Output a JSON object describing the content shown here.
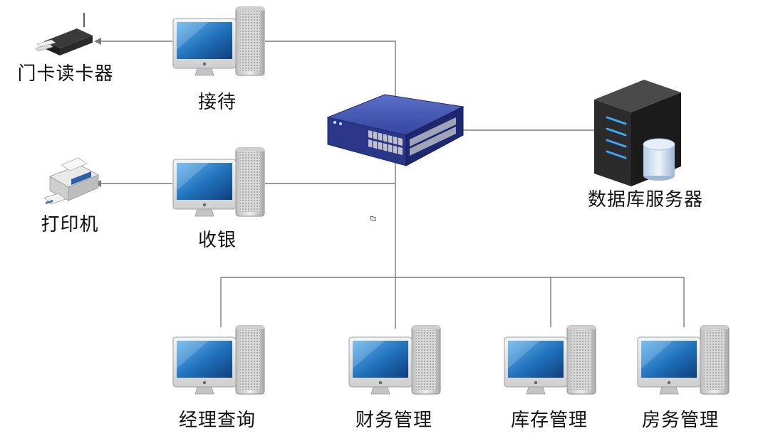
{
  "labels": {
    "card_reader": "门卡读卡器",
    "reception": "接待",
    "printer": "打印机",
    "cashier": "收银",
    "db_server": "数据库服务器",
    "manager_query": "经理查询",
    "finance": "财务管理",
    "inventory": "库存管理",
    "room": "房务管理"
  },
  "icons": {
    "computer": "desktop-computer-icon",
    "switch": "network-switch-icon",
    "server": "database-server-icon",
    "printer": "printer-icon",
    "card_reader": "card-reader-icon"
  },
  "colors": {
    "line": "#7a7a7a",
    "switch_body": "#2e3d8f",
    "screen": "#1e6fb8",
    "server_body": "#2b2b2b",
    "server_light": "#3fa9f5"
  }
}
